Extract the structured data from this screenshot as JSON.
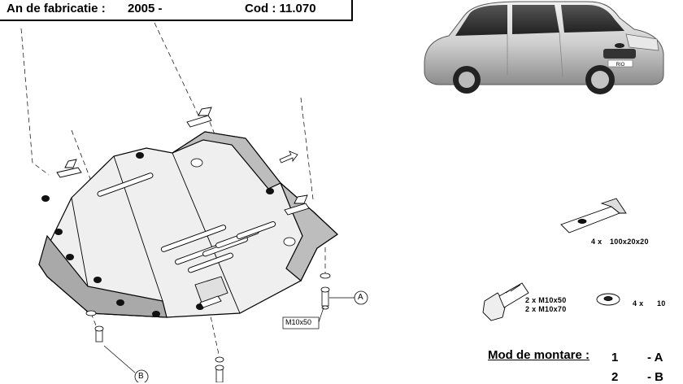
{
  "header": {
    "year_label": "An de fabricatie :",
    "year_value": "2005 -",
    "code": "Cod : 11.070"
  },
  "car": {
    "badge": "RIO"
  },
  "callouts": {
    "a": "A",
    "b": "B",
    "bolt_size": "M10x50"
  },
  "parts": {
    "bracket": {
      "qty": "4 x",
      "size": "100x20x20"
    },
    "bolts": {
      "line1": "2 x M10x50",
      "line2": "2 x M10x70"
    },
    "washer": {
      "qty": "4 x",
      "size": "10"
    }
  },
  "mounting": {
    "title": "Mod de montare :",
    "rows": [
      {
        "num": "1",
        "code": "- A"
      },
      {
        "num": "2",
        "code": "- B"
      }
    ]
  }
}
